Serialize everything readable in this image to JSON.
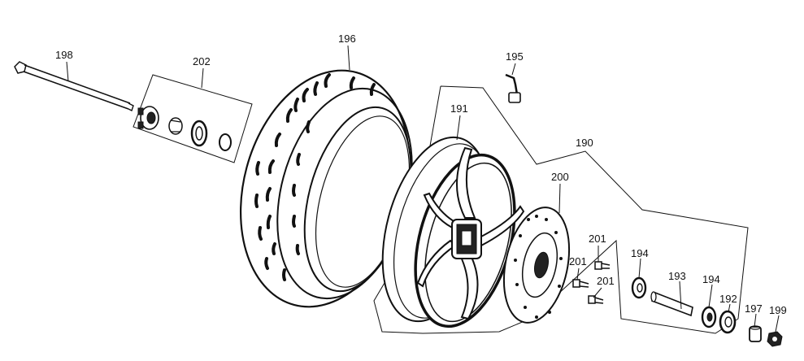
{
  "diagram": {
    "parts": [
      {
        "id": "p198",
        "number": "198"
      },
      {
        "id": "p202",
        "number": "202"
      },
      {
        "id": "p196",
        "number": "196"
      },
      {
        "id": "p195",
        "number": "195"
      },
      {
        "id": "p191",
        "number": "191"
      },
      {
        "id": "p190",
        "number": "190"
      },
      {
        "id": "p200",
        "number": "200"
      },
      {
        "id": "p201a",
        "number": "201"
      },
      {
        "id": "p201b",
        "number": "201"
      },
      {
        "id": "p201c",
        "number": "201"
      },
      {
        "id": "p194a",
        "number": "194"
      },
      {
        "id": "p193",
        "number": "193"
      },
      {
        "id": "p194b",
        "number": "194"
      },
      {
        "id": "p192",
        "number": "192"
      },
      {
        "id": "p197",
        "number": "197"
      },
      {
        "id": "p199",
        "number": "199"
      }
    ]
  }
}
